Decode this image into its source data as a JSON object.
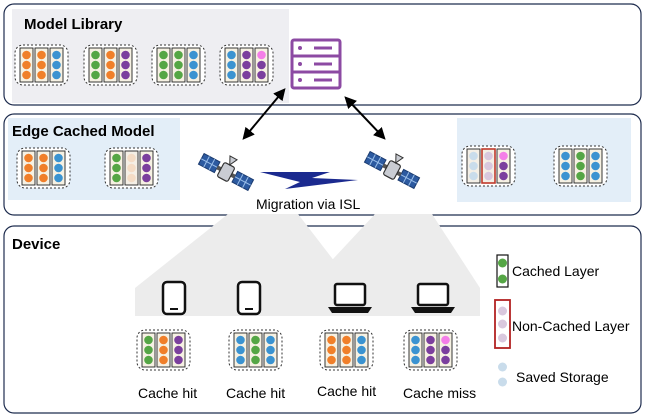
{
  "panels": {
    "library_title": "Model Library",
    "edge_title": "Edge Cached Model",
    "device_title": "Device"
  },
  "migration_label": "Migration via ISL",
  "captions": [
    "Cache hit",
    "Cache hit",
    "Cache hit",
    "Cache miss"
  ],
  "legend": {
    "cached": "Cached Layer",
    "non_cached": "Non-Cached Layer",
    "saved": "Saved Storage"
  },
  "colors": {
    "orange": "#f07f2a",
    "blue": "#3b93d1",
    "green": "#55a645",
    "purple": "#7b3f9e",
    "pink": "#f47ee8",
    "faded_purple": "#d9c8de",
    "faded_green": "#d3e5c8",
    "faded_blue": "#c9dceb",
    "faded_orange": "#f4dcc6",
    "server": "#8c4aa3",
    "edge_bg": "#e3eef8",
    "library_bg": "#eeeef2",
    "non_cached_border": "#c0392b"
  },
  "icons": {
    "server": "server-icon",
    "satellite": "satellite-icon",
    "phone": "phone-icon",
    "laptop": "laptop-icon"
  },
  "models": {
    "library": [
      [
        [
          "orange",
          "orange",
          "orange"
        ],
        [
          "orange",
          "orange",
          "orange"
        ],
        [
          "blue",
          "blue",
          "blue"
        ]
      ],
      [
        [
          "green",
          "green",
          "green"
        ],
        [
          "orange",
          "orange",
          "orange"
        ],
        [
          "purple",
          "purple",
          "purple"
        ]
      ],
      [
        [
          "green",
          "green",
          "green"
        ],
        [
          "green",
          "green",
          "green"
        ],
        [
          "blue",
          "blue",
          "blue"
        ]
      ],
      [
        [
          "blue",
          "blue",
          "blue"
        ],
        [
          "purple",
          "purple",
          "purple"
        ],
        [
          "pink",
          "purple",
          "purple"
        ]
      ]
    ],
    "edge_left": [
      [
        [
          "orange",
          "orange",
          "orange"
        ],
        [
          "orange",
          "orange",
          "orange"
        ],
        [
          "blue",
          "blue",
          "blue"
        ]
      ],
      [
        [
          "green",
          "green",
          "green"
        ],
        [
          "faded_orange",
          "faded_orange",
          "faded_orange"
        ],
        [
          "purple",
          "purple",
          "purple"
        ]
      ]
    ],
    "edge_right": [
      [
        [
          "faded_blue",
          "faded_blue",
          "faded_blue"
        ],
        [
          "faded_purple",
          "faded_purple",
          "faded_purple"
        ],
        [
          "pink",
          "purple",
          "purple"
        ]
      ],
      [
        [
          "blue",
          "blue",
          "blue"
        ],
        [
          "green",
          "green",
          "green"
        ],
        [
          "blue",
          "blue",
          "blue"
        ]
      ]
    ],
    "devices": [
      [
        [
          "green",
          "green",
          "green"
        ],
        [
          "orange",
          "orange",
          "orange"
        ],
        [
          "purple",
          "purple",
          "purple"
        ]
      ],
      [
        [
          "blue",
          "blue",
          "blue"
        ],
        [
          "green",
          "green",
          "green"
        ],
        [
          "blue",
          "blue",
          "blue"
        ]
      ],
      [
        [
          "orange",
          "orange",
          "orange"
        ],
        [
          "orange",
          "orange",
          "orange"
        ],
        [
          "blue",
          "blue",
          "blue"
        ]
      ],
      [
        [
          "blue",
          "blue",
          "blue"
        ],
        [
          "purple",
          "purple",
          "purple"
        ],
        [
          "pink",
          "purple",
          "purple"
        ]
      ]
    ]
  }
}
